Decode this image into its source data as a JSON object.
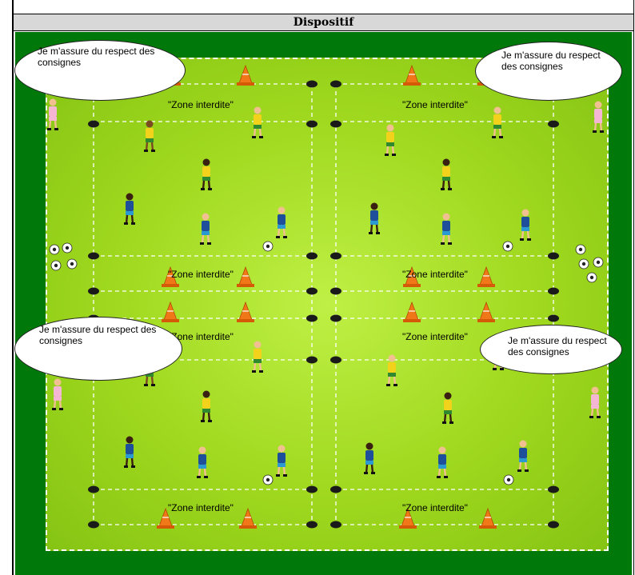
{
  "header": {
    "title": "Dispositif"
  },
  "zones": {
    "labels": [
      "\"Zone interdite\"",
      "\"Zone interdite\"",
      "\"Zone interdite\"",
      "\"Zone interdite\"",
      "\"Zone interdite\"",
      "\"Zone interdite\"",
      "\"Zone interdite\"",
      "\"Zone interdite\""
    ]
  },
  "bubbles": {
    "texts": [
      "Je m'assure du respect des consignes",
      "Je m'assure du respect des consignes",
      "Je m'assure du respect des consignes",
      "Je m'assure du respect des consignes"
    ]
  },
  "colors": {
    "grass": "#9fd81e",
    "border_green": "#00780a",
    "team_yellow": "#f2d21a",
    "team_blue": "#1e4f9a",
    "referee_pink": "#f4b6d2",
    "cone_orange": "#f07818",
    "marker_black": "#1a1a1a"
  },
  "icons": [
    "soccer-ball-icon",
    "training-cone-icon",
    "flat-marker-icon",
    "player-icon",
    "speech-bubble-icon"
  ]
}
